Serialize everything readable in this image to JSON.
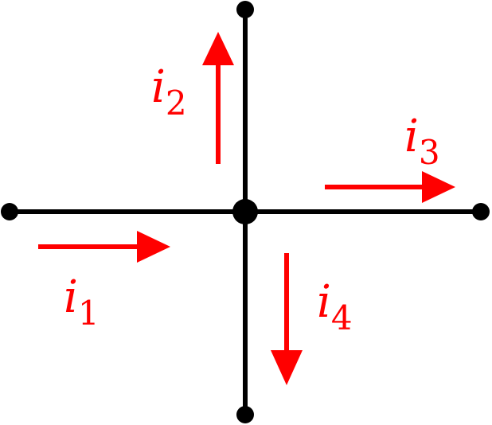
{
  "colors": {
    "wire": "#000000",
    "current": "#ff0000"
  },
  "diagram": {
    "junction": "central-node",
    "currents": [
      {
        "id": "i1",
        "symbol": "i",
        "subscript": "1",
        "direction": "right"
      },
      {
        "id": "i2",
        "symbol": "i",
        "subscript": "2",
        "direction": "up"
      },
      {
        "id": "i3",
        "symbol": "i",
        "subscript": "3",
        "direction": "right"
      },
      {
        "id": "i4",
        "symbol": "i",
        "subscript": "4",
        "direction": "down"
      }
    ]
  }
}
